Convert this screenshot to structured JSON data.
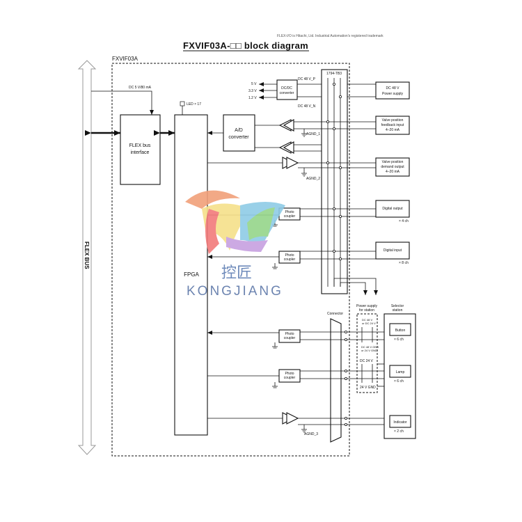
{
  "title": "FXVIF03A-□□ block diagram",
  "header_note": "FLEX-I/O is Hitachi, Ltd. Industrial Automation's registered trademark",
  "module_label": "FXVIF03A",
  "flex_bus_label": "FLEX BUS",
  "flex_power_label": "DC 5 V/80 mA",
  "blocks": {
    "flex_interface": [
      "FLEX bus",
      "interface"
    ],
    "fpga": "FPGA",
    "ad_converter": [
      "A/D",
      "converter"
    ],
    "dcdc": [
      "DC/DC",
      "converter"
    ],
    "terminal_block": "1794-TB3",
    "connector": "Connector"
  },
  "led_label": "LED × 17",
  "voltages": [
    "5 V",
    "3.3 V",
    "1.2 V"
  ],
  "dc48_p": "DC 48 V_P",
  "dc48_n": "DC 48 V_N",
  "grounds": [
    "AGND_1",
    "AGND_2",
    "AGND_3"
  ],
  "photo_coupler": [
    "Photo",
    "coupler"
  ],
  "external": {
    "power_supply": [
      "DC 48 V",
      "Power supply"
    ],
    "valve_feedback": [
      "Valve position",
      "feedback input",
      "4–20 mA"
    ],
    "valve_demand": [
      "Valve position",
      "demand output",
      "4–20 mA"
    ],
    "digital_output": "Digital output",
    "digital_output_count": "× 4 ch",
    "digital_input": "Digital input",
    "digital_input_count": "× 8 ch"
  },
  "station": {
    "power_header": [
      "Power supply",
      "for station"
    ],
    "selector_header": [
      "Selector",
      "station"
    ],
    "notes": [
      "DC 48 V",
      "or DC 24 V",
      "DC 48 V GND",
      "or 24 V GND"
    ],
    "dc24": "DC 24 V",
    "gnd24": "24 V GND",
    "button": "Button",
    "button_count": "× 6 ch",
    "lamp": "Lamp",
    "lamp_count": "× 6 ch",
    "indicator": "Indicator",
    "indicator_count": "× 2 ch"
  },
  "watermark": {
    "chinese": "控匠",
    "latin": "KONGJIANG"
  }
}
